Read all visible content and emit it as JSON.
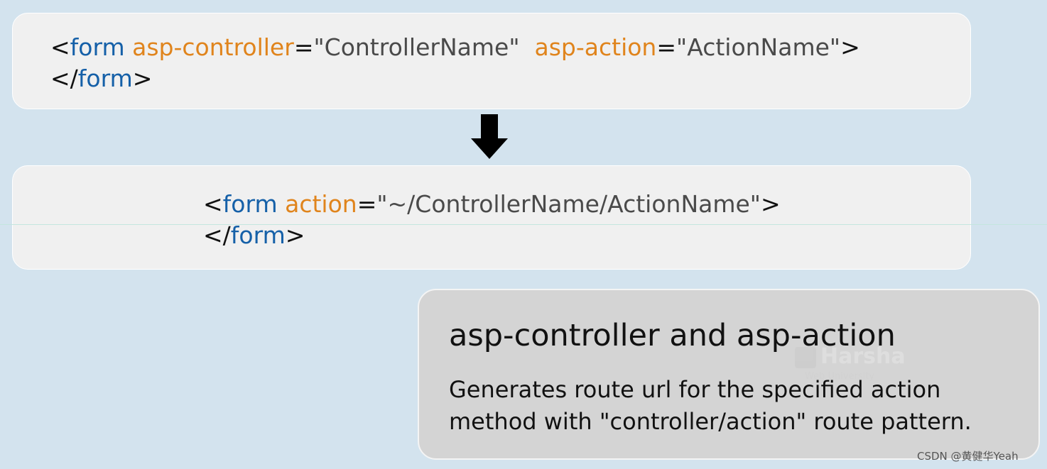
{
  "top_code": {
    "open_lt": "<",
    "tag": "form",
    "attr1": "asp-controller",
    "eq1": "=",
    "val1": "\"ControllerName\"",
    "attr2": "asp-action",
    "eq2": "=",
    "val2": "\"ActionName\"",
    "open_gt": ">",
    "close_lt": "</",
    "close_tag": "form",
    "close_gt": ">"
  },
  "bottom_code": {
    "open_lt": "<",
    "tag": "form",
    "attr": "action",
    "eq": "=",
    "val": "\"~/ControllerName/ActionName\"",
    "open_gt": ">",
    "close_lt": "</",
    "close_tag": "form",
    "close_gt": ">"
  },
  "arrow_icon": "down-arrow-icon",
  "info": {
    "title": "asp-controller and asp-action",
    "description": "Generates route url for the specified action method with \"controller/action\" route pattern."
  },
  "watermark": {
    "name": "Harsha",
    "subtitle": "Web University"
  },
  "credit": "CSDN @黄健华Yeah",
  "colors": {
    "tag": "#1560a8",
    "attribute": "#e0841c",
    "value": "#4a4a4a",
    "background": "#d3e3ee",
    "card": "#f0f0f0",
    "info_card": "#d4d4d4"
  }
}
